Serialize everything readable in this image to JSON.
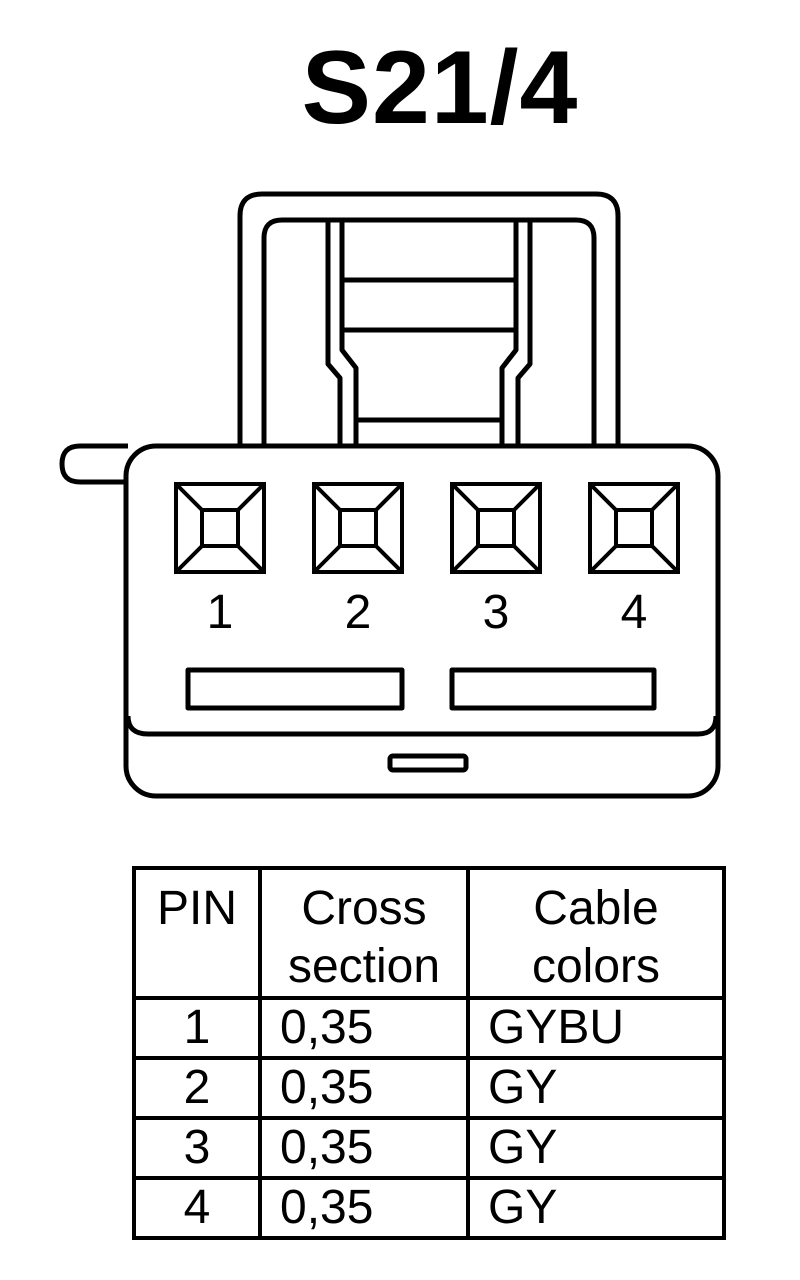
{
  "title": "S21/4",
  "pins": [
    {
      "label": "1"
    },
    {
      "label": "2"
    },
    {
      "label": "3"
    },
    {
      "label": "4"
    }
  ],
  "table": {
    "headers": {
      "pin": "PIN",
      "cross_line1": "Cross",
      "cross_line2": "section",
      "cable_line1": "Cable",
      "cable_line2": "colors"
    },
    "rows": [
      {
        "pin": "1",
        "cross_section": "0,35",
        "cable_colors": "GYBU"
      },
      {
        "pin": "2",
        "cross_section": "0,35",
        "cable_colors": "GY"
      },
      {
        "pin": "3",
        "cross_section": "0,35",
        "cable_colors": "GY"
      },
      {
        "pin": "4",
        "cross_section": "0,35",
        "cable_colors": "GY"
      }
    ]
  }
}
